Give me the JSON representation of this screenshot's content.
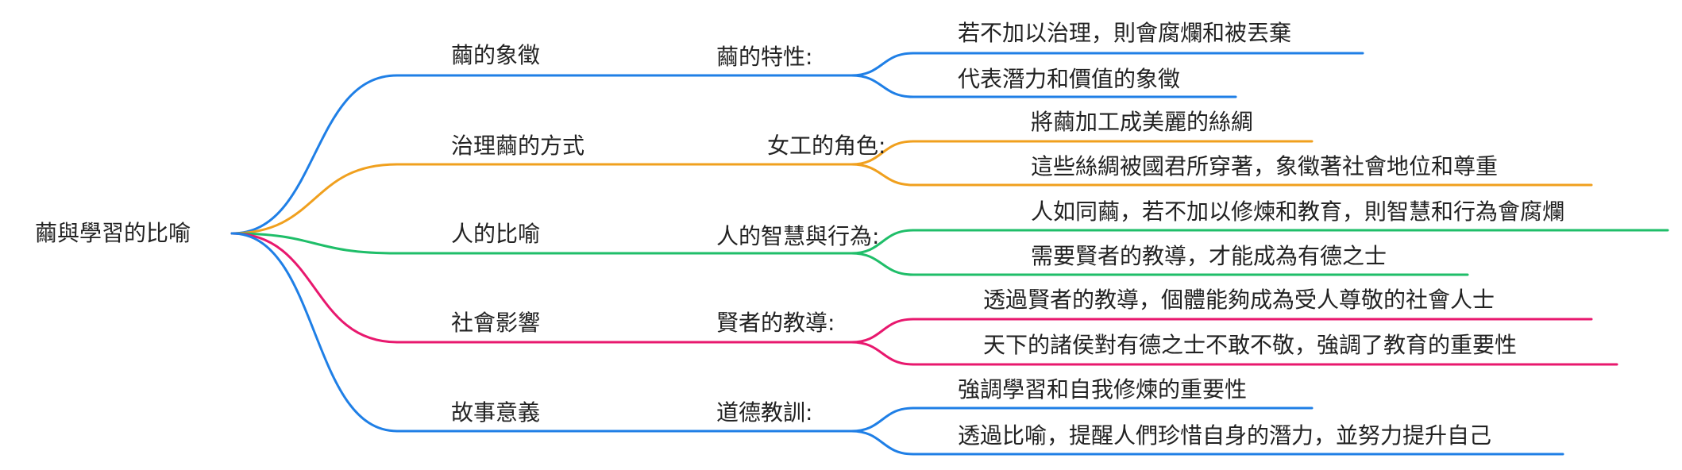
{
  "root": {
    "label": "繭與學習的比喻"
  },
  "branches": [
    {
      "label": "繭的象徵",
      "color": "#1f7fe6",
      "sub": {
        "label": "繭的特性:",
        "leaves": [
          "若不加以治理，則會腐爛和被丟棄",
          "代表潛力和價值的象徵"
        ]
      }
    },
    {
      "label": "治理繭的方式",
      "color": "#f0a01e",
      "sub": {
        "label": "女工的角色:",
        "leaves": [
          "將繭加工成美麗的絲綢",
          "這些絲綢被國君所穿著，象徵著社會地位和尊重"
        ]
      }
    },
    {
      "label": "人的比喻",
      "color": "#1fbe69",
      "sub": {
        "label": "人的智慧與行為:",
        "leaves": [
          "人如同繭，若不加以修煉和教育，則智慧和行為會腐爛",
          "需要賢者的教導，才能成為有德之士"
        ]
      }
    },
    {
      "label": "社會影響",
      "color": "#e8186e",
      "sub": {
        "label": "賢者的教導:",
        "leaves": [
          "透過賢者的教導，個體能夠成為受人尊敬的社會人士",
          "天下的諸侯對有德之士不敢不敬，強調了教育的重要性"
        ]
      }
    },
    {
      "label": "故事意義",
      "color": "#1f7fe6",
      "sub": {
        "label": "道德教訓:",
        "leaves": [
          "強調學習和自我修煉的重要性",
          "透過比喻，提醒人們珍惜自身的潛力，並努力提升自己"
        ]
      }
    }
  ]
}
